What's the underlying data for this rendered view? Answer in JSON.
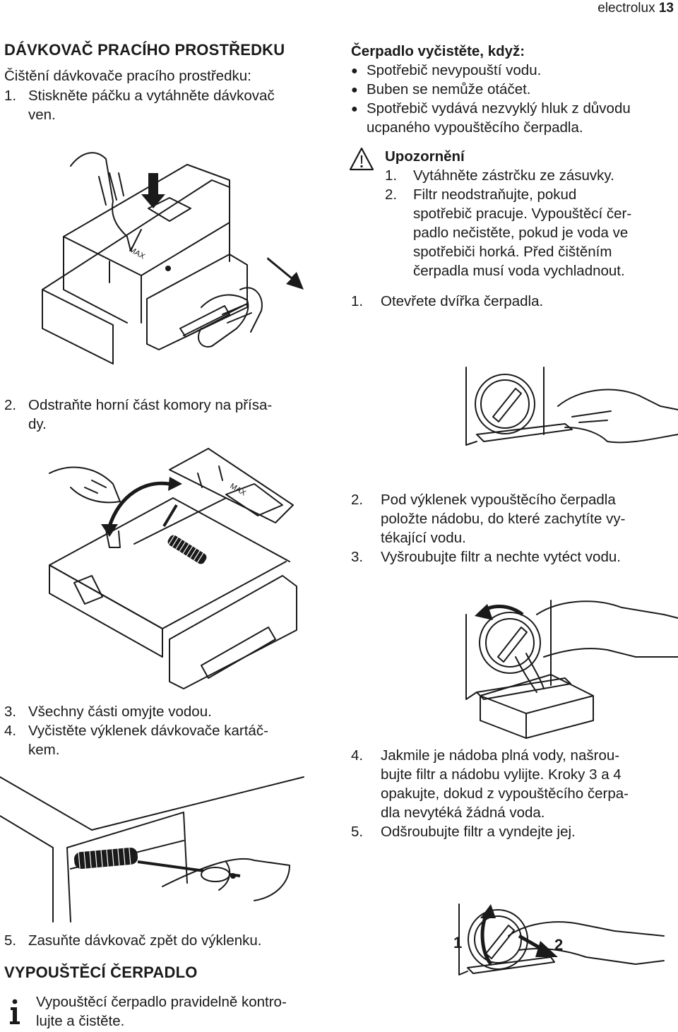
{
  "header": {
    "brand": "electrolux",
    "page_number": "13"
  },
  "dispenser": {
    "heading": "DÁVKOVAČ PRACÍHO PROSTŘEDKU",
    "intro": "Čištění dávkovače pracího prostředku:",
    "step1_num": "1.",
    "step1_l1": "Stiskněte páčku a vytáhněte dávkovač",
    "step1_l2": "ven.",
    "step2_num": "2.",
    "step2_l1": "Odstraňte horní část komory na přísa-",
    "step2_l2": "dy.",
    "step3_num": "3.",
    "step3": "Všechny části omyjte vodou.",
    "step4_num": "4.",
    "step4_l1": "Vyčistěte výklenek dávkovače kartáč-",
    "step4_l2": "kem.",
    "step5_num": "5.",
    "step5": "Zasuňte dávkovač zpět do výklenku.",
    "max_label": "MAX"
  },
  "pump_section": {
    "heading": "VYPOUŠTĚCÍ ČERPADLO",
    "info_l1": "Vypouštěcí čerpadlo pravidelně kontro-",
    "info_l2": "lujte a čistěte."
  },
  "pump": {
    "clean_when": "Čerpadlo vyčistěte, když:",
    "bullets": [
      "Spotřebič nevypouští vodu.",
      "Buben se nemůže otáčet."
    ],
    "bullet3_l1": "Spotřebič vydává nezvyklý hluk z důvodu",
    "bullet3_l2": "ucpaného vypouštěcího čerpadla.",
    "warning_title": "Upozornění",
    "warn1_num": "1.",
    "warn1": "Vytáhněte zástrčku ze zásuvky.",
    "warn2_num": "2.",
    "warn2_lines": [
      "Filtr neodstraňujte, pokud",
      "spotřebič pracuje. Vypouštěcí čer-",
      "padlo nečistěte, pokud je voda ve",
      "spotřebiči horká. Před čištěním",
      "čerpadla musí voda vychladnout."
    ],
    "step1_num": "1.",
    "step1": "Otevřete dvířka čerpadla.",
    "step2_num": "2.",
    "step2_lines": [
      "Pod výklenek vypouštěcího čerpadla",
      "položte nádobu, do které zachytíte vy-",
      "tékající vodu."
    ],
    "step3_num": "3.",
    "step3": "Vyšroubujte filtr a nechte vytéct vodu.",
    "step4_num": "4.",
    "step4_lines": [
      "Jakmile je nádoba plná vody, našrou-",
      "bujte filtr a nádobu vylijte. Kroky 3 a 4",
      "opakujte, dokud z vypouštěcího čerpa-",
      "dla nevytéká žádná voda."
    ],
    "step5_num": "5.",
    "step5": "Odšroubujte filtr a vyndejte jej.",
    "fig_label_1": "1",
    "fig_label_2": "2"
  }
}
